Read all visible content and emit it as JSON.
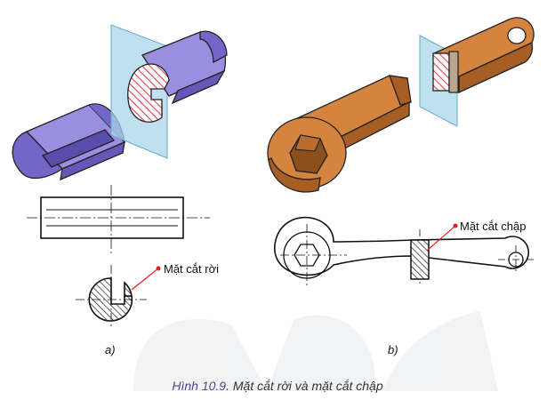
{
  "figure": {
    "caption_prefix": "Hình 10.9",
    "caption_text": ". Mặt cắt rời và mặt cắt chập"
  },
  "panel_a": {
    "label": "a)",
    "callout": "Mặt cắt rời"
  },
  "panel_b": {
    "label": "b)",
    "callout": "Mặt cắt chập"
  },
  "colors": {
    "shaft_body": "#9a8ee0",
    "shaft_dark": "#7466c8",
    "wrench_body": "#d4843e",
    "wrench_dark": "#a65e24",
    "cut_plane": "#a9d6ea",
    "hatch": "#e0405a",
    "callout": "#e02020"
  }
}
